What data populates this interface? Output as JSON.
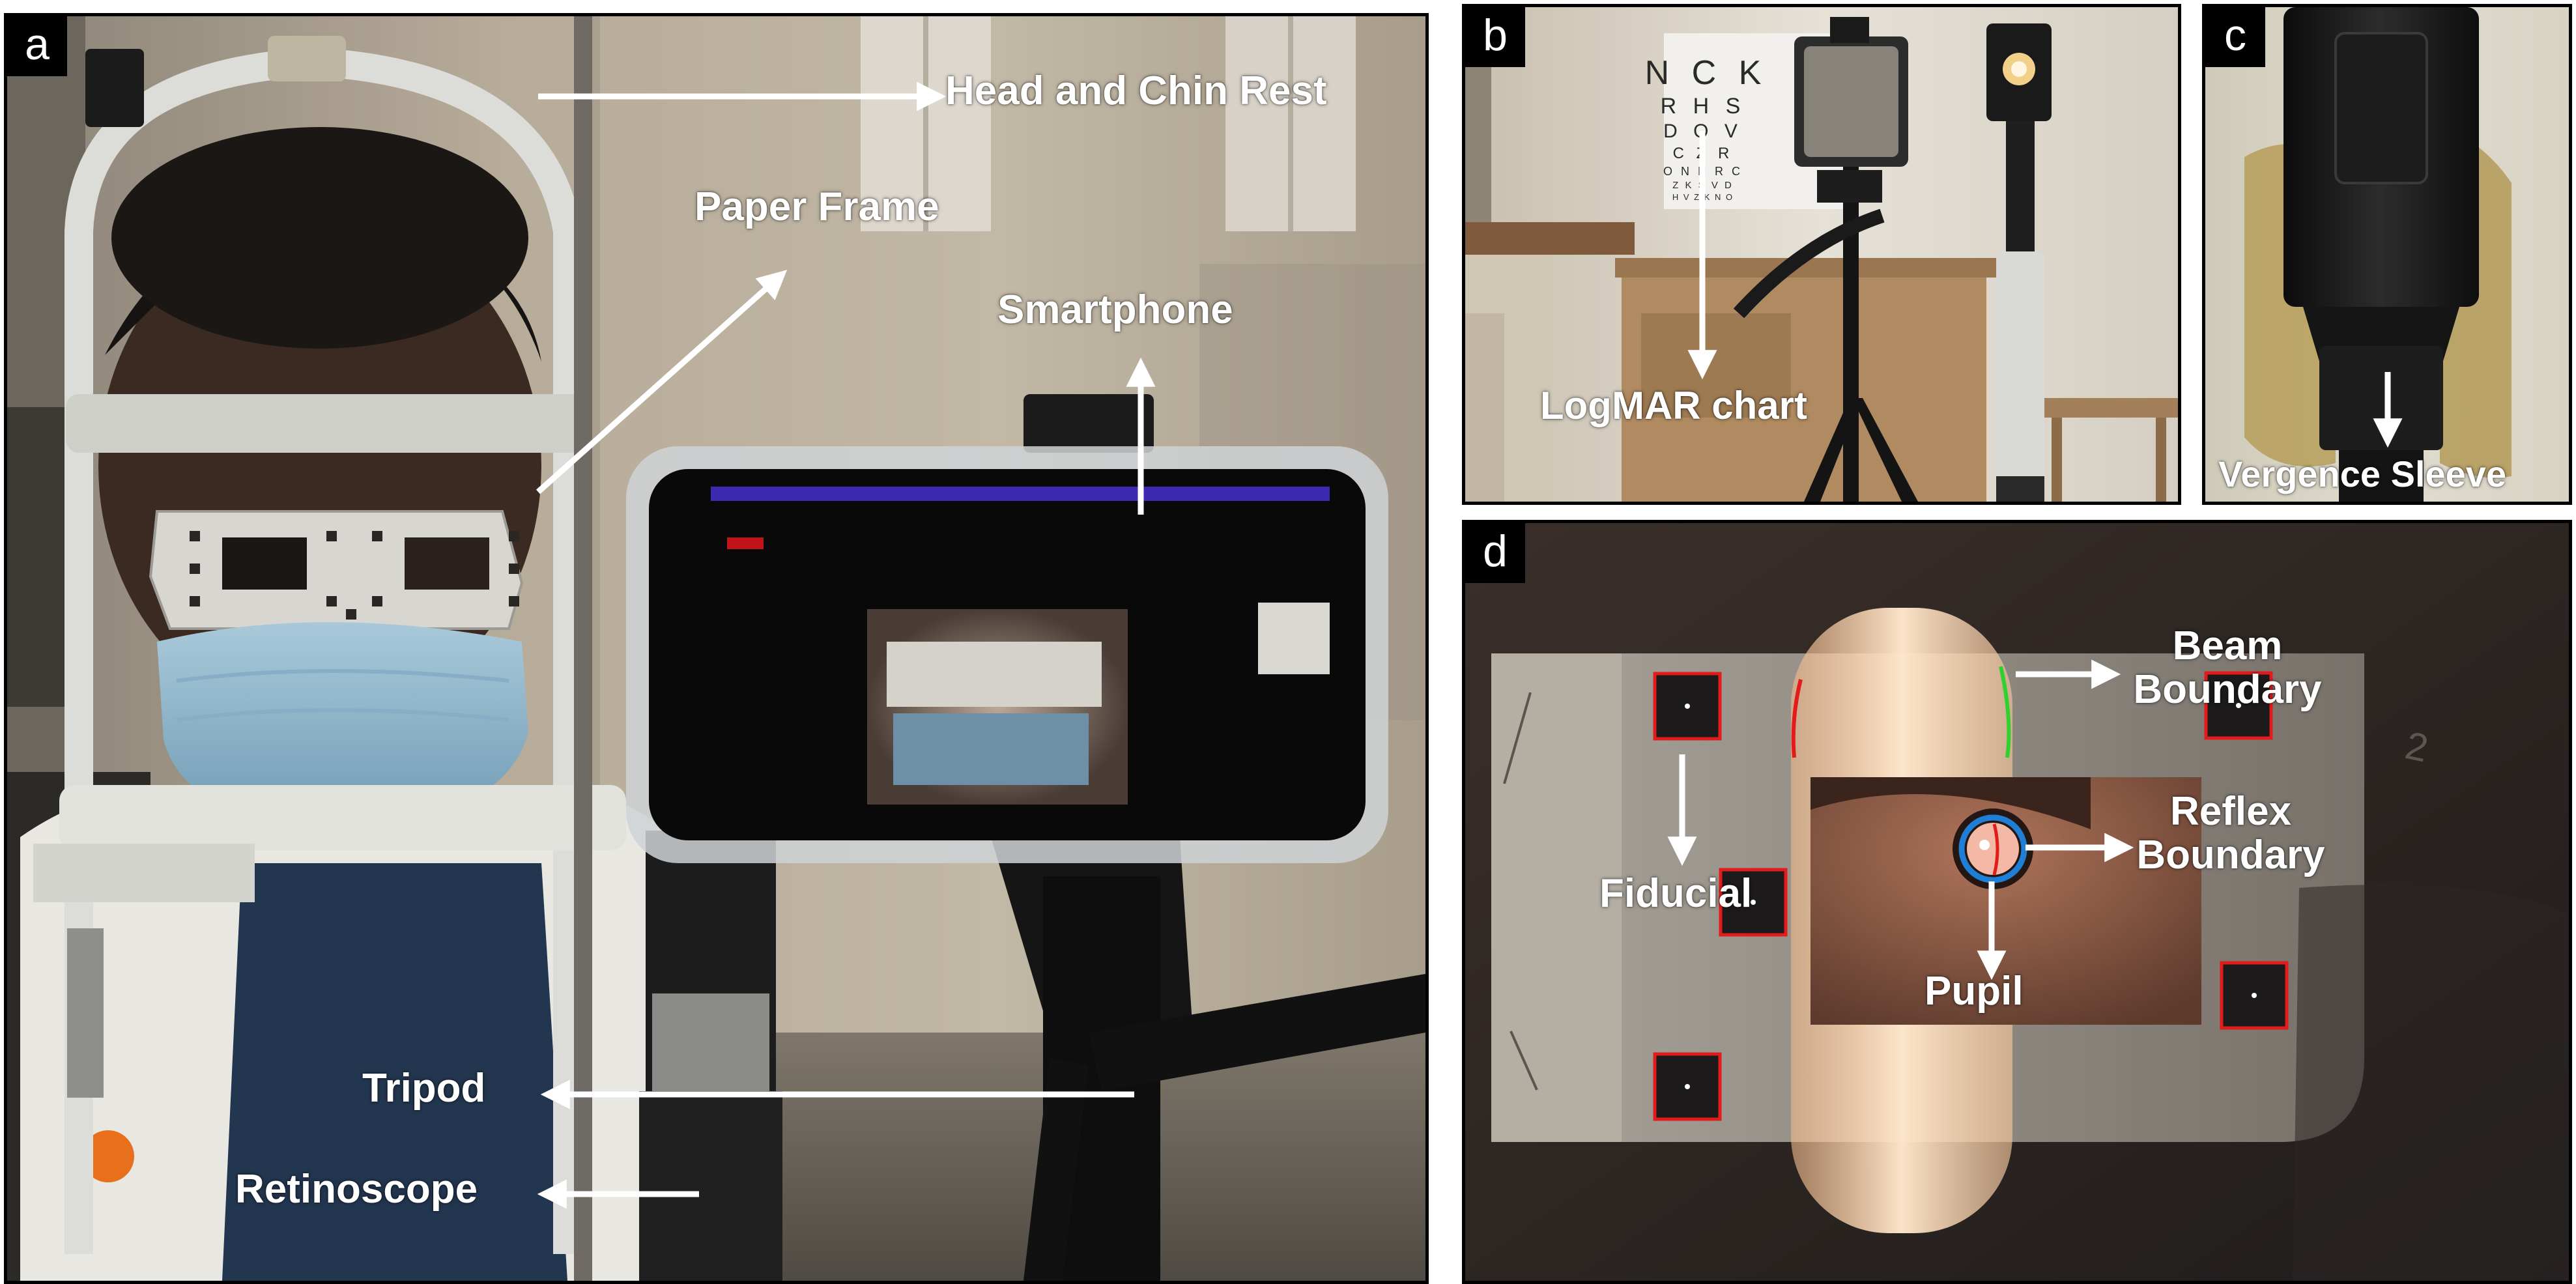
{
  "colors": {
    "arrow": "#ffffff",
    "frame": "#000000",
    "fiducial_box": "#e31b1b",
    "pupil_circle": "#1f7fd6",
    "beam_left_edge": "#e31b1b",
    "beam_right_edge": "#2fd12f",
    "reflex_edge": "#e31b1b"
  },
  "panels": {
    "a": {
      "letter": "a",
      "labels": {
        "head_chin_rest": "Head and Chin Rest",
        "paper_frame": "Paper Frame",
        "smartphone": "Smartphone",
        "tripod": "Tripod",
        "retinoscope": "Retinoscope"
      }
    },
    "b": {
      "letter": "b",
      "labels": {
        "logmar_chart": "LogMAR chart"
      },
      "chart_rows": [
        "N C K",
        "R H S",
        "D O V",
        "C Z R",
        "O N H R C",
        "Z K S V D",
        "H V Z K N O"
      ]
    },
    "c": {
      "letter": "c",
      "labels": {
        "vergence_sleeve": "Vergence Sleeve"
      }
    },
    "d": {
      "letter": "d",
      "labels": {
        "beam_boundary_1": "Beam",
        "beam_boundary_2": "Boundary",
        "reflex_boundary_1": "Reflex",
        "reflex_boundary_2": "Boundary",
        "fiducial": "Fiducial",
        "pupil": "Pupil"
      },
      "frame_digit": "2"
    }
  }
}
